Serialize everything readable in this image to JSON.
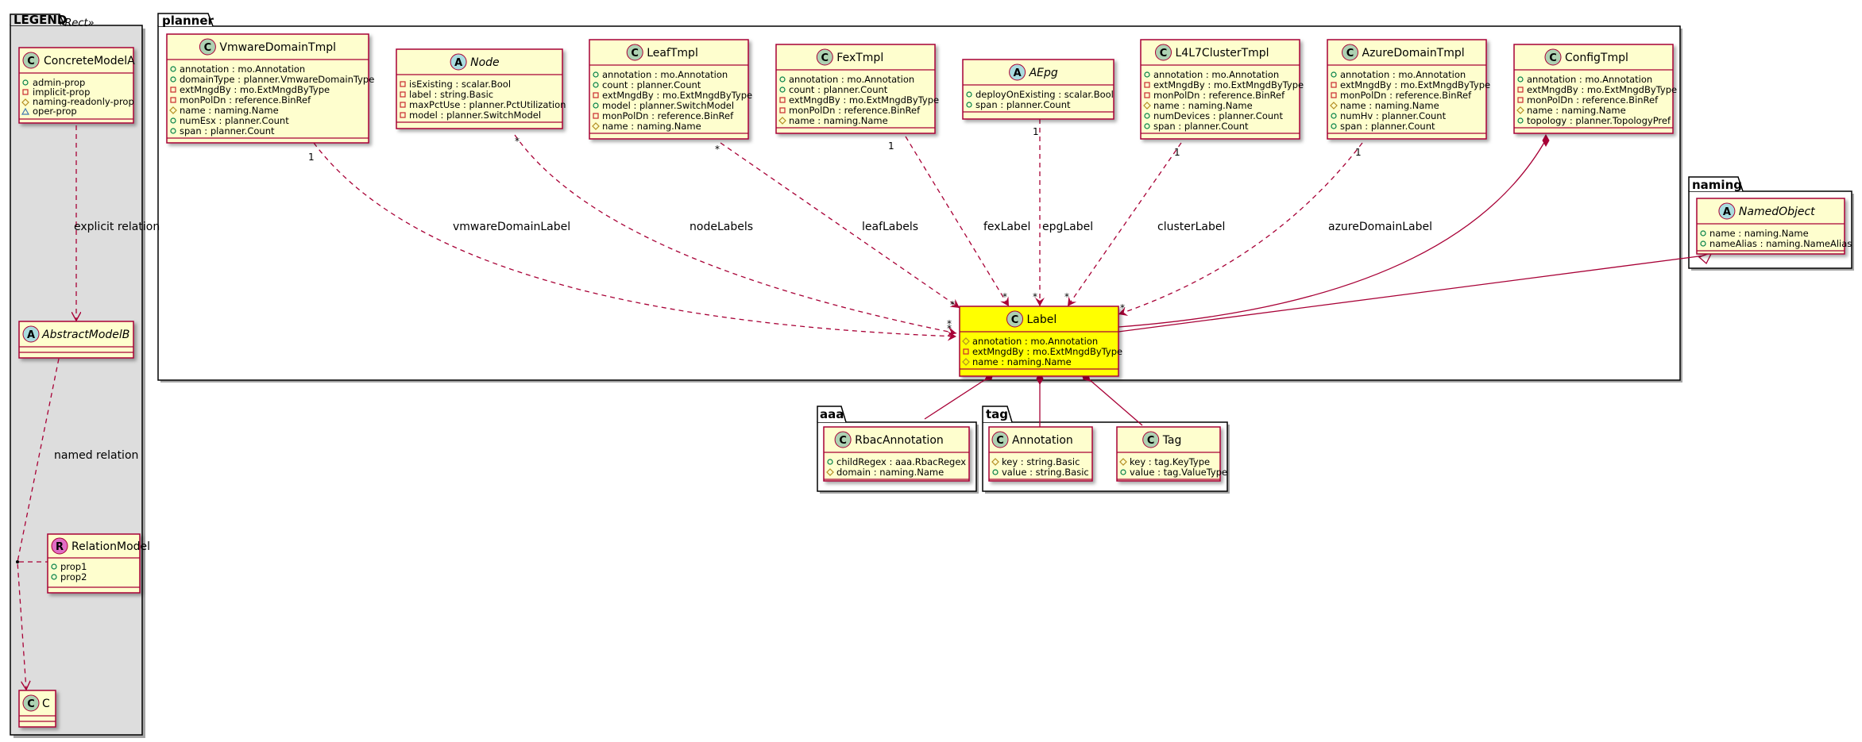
{
  "packages": {
    "legend": "LEGEND",
    "planner": "planner",
    "naming": "naming",
    "aaa": "aaa",
    "tag": "tag"
  },
  "legend": {
    "stereotype": "«Rect»",
    "concrete": {
      "name": "ConcreteModelA",
      "props": [
        "admin-prop",
        "implicit-prop",
        "naming-readonly-prop",
        "oper-prop"
      ]
    },
    "abstract": {
      "name": "AbstractModelB"
    },
    "relation": {
      "name": "RelationModel",
      "props": [
        "prop1",
        "prop2"
      ]
    },
    "c": {
      "name": "C"
    },
    "explicit": "explicit relation",
    "named": "named relation"
  },
  "classes": {
    "vmware": {
      "name": "VmwareDomainTmpl",
      "props": [
        "annotation : mo.Annotation",
        "domainType : planner.VmwareDomainType",
        "extMngdBy : mo.ExtMngdByType",
        "monPolDn : reference.BinRef",
        "name : naming.Name",
        "numEsx : planner.Count",
        "span : planner.Count"
      ]
    },
    "node": {
      "name": "Node",
      "props": [
        "isExisting : scalar.Bool",
        "label : string.Basic",
        "maxPctUse : planner.PctUtilization",
        "model : planner.SwitchModel"
      ]
    },
    "leaf": {
      "name": "LeafTmpl",
      "props": [
        "annotation : mo.Annotation",
        "count : planner.Count",
        "extMngdBy : mo.ExtMngdByType",
        "model : planner.SwitchModel",
        "monPolDn : reference.BinRef",
        "name : naming.Name"
      ]
    },
    "fex": {
      "name": "FexTmpl",
      "props": [
        "annotation : mo.Annotation",
        "count : planner.Count",
        "extMngdBy : mo.ExtMngdByType",
        "monPolDn : reference.BinRef",
        "name : naming.Name"
      ]
    },
    "aepg": {
      "name": "AEpg",
      "props": [
        "deployOnExisting : scalar.Bool",
        "span : planner.Count"
      ]
    },
    "l4l7": {
      "name": "L4L7ClusterTmpl",
      "props": [
        "annotation : mo.Annotation",
        "extMngdBy : mo.ExtMngdByType",
        "monPolDn : reference.BinRef",
        "name : naming.Name",
        "numDevices : planner.Count",
        "span : planner.Count"
      ]
    },
    "azure": {
      "name": "AzureDomainTmpl",
      "props": [
        "annotation : mo.Annotation",
        "extMngdBy : mo.ExtMngdByType",
        "monPolDn : reference.BinRef",
        "name : naming.Name",
        "numHv : planner.Count",
        "span : planner.Count"
      ]
    },
    "config": {
      "name": "ConfigTmpl",
      "props": [
        "annotation : mo.Annotation",
        "extMngdBy : mo.ExtMngdByType",
        "monPolDn : reference.BinRef",
        "name : naming.Name",
        "topology : planner.TopologyPref"
      ]
    },
    "label": {
      "name": "Label",
      "props": [
        "annotation : mo.Annotation",
        "extMngdBy : mo.ExtMngdByType",
        "name : naming.Name"
      ]
    },
    "named": {
      "name": "NamedObject",
      "props": [
        "name : naming.Name",
        "nameAlias : naming.NameAlias"
      ]
    },
    "rbac": {
      "name": "RbacAnnotation",
      "props": [
        "childRegex : aaa.RbacRegex",
        "domain : naming.Name"
      ]
    },
    "annotation": {
      "name": "Annotation",
      "props": [
        "key : string.Basic",
        "value : string.Basic"
      ]
    },
    "tag": {
      "name": "Tag",
      "props": [
        "key : tag.KeyType",
        "value : tag.ValueType"
      ]
    }
  },
  "relations": {
    "vmware": {
      "label": "vmwareDomainLabel",
      "src": "1",
      "dst": "*"
    },
    "node": {
      "label": "nodeLabels",
      "src": "*",
      "dst": "*"
    },
    "leaf": {
      "label": "leafLabels",
      "src": "*",
      "dst": "*"
    },
    "fex": {
      "label": "fexLabel",
      "src": "1",
      "dst": "*"
    },
    "aepg": {
      "label": "epgLabel",
      "src": "1",
      "dst": "*"
    },
    "l4l7": {
      "label": "clusterLabel",
      "src": "1",
      "dst": "*"
    },
    "azure": {
      "label": "azureDomainLabel",
      "src": "1",
      "dst": "*"
    }
  },
  "colors": {
    "classFill": "#FEFECE",
    "classBorder": "#A80036",
    "highlightFill": "#FFFF00",
    "legendBg": "#DDDDDD",
    "circleC": "#ADD1B2",
    "circleA": "#A9DCDF",
    "circleR": "#FF7700",
    "propPublic": "#84BE84",
    "propPrivate": "#C82930",
    "propProtected": "#FFFF44",
    "propPackage": "#4177AF"
  }
}
